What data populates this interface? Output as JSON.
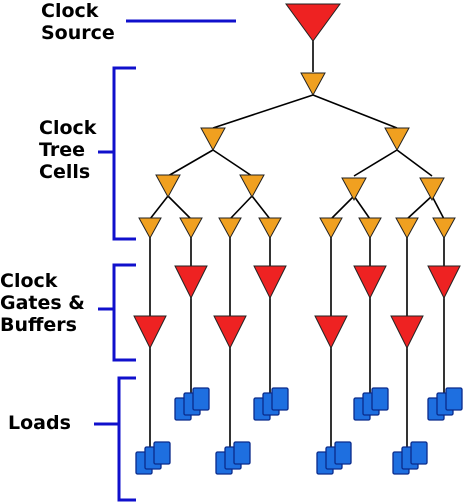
{
  "labels": {
    "clock_source": [
      "Clock",
      "Source"
    ],
    "clock_tree_cells": [
      "Clock",
      "Tree",
      "Cells"
    ],
    "clock_gates_buffers": [
      "Clock",
      "Gates &",
      "Buffers"
    ],
    "loads": "Loads"
  },
  "colors": {
    "source": "#ee2222",
    "tree_cell": "#f0a020",
    "gate": "#ee2222",
    "load": "#1e6fe0",
    "load_stroke": "#0a2a8a",
    "bracket": "#1010cc",
    "wire": "#000000"
  }
}
